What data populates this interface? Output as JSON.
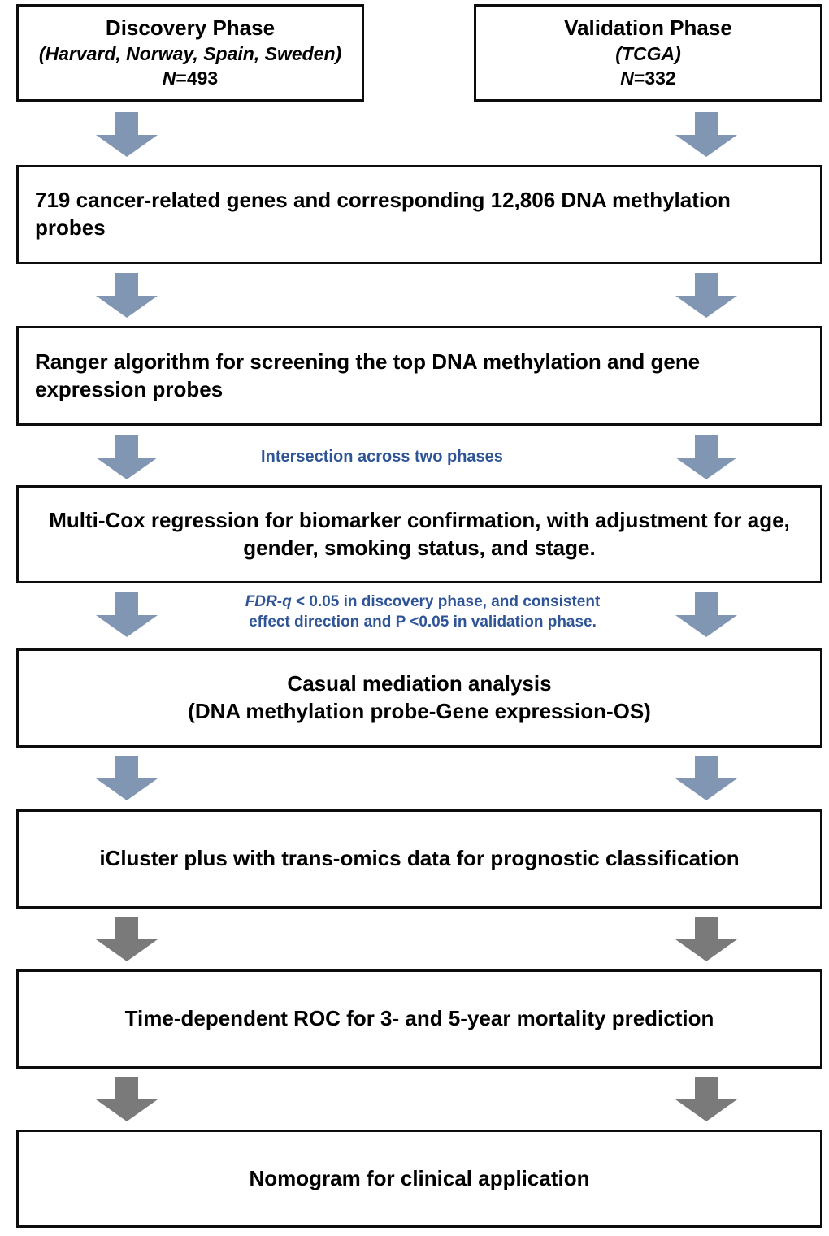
{
  "figure": {
    "type": "flowchart",
    "orientation": "top-to-bottom",
    "colors": {
      "box_border": "#0d0d0d",
      "box_fill": "#ffffff",
      "arrow_blue": "#8096b2",
      "arrow_gray": "#7a7a7a",
      "note_text": "#2f5597",
      "box_text": "#000000"
    }
  },
  "boxes": {
    "discovery": {
      "title": "Discovery Phase",
      "cohorts": "(Harvard, Norway, Spain, Sweden)",
      "n_label": "N",
      "n_value": "=493"
    },
    "validation": {
      "title": "Validation Phase",
      "cohorts": "(TCGA)",
      "n_label": "N",
      "n_value": "=332"
    },
    "genes": {
      "text": "719 cancer-related genes and corresponding 12,806 DNA methylation probes"
    },
    "ranger": {
      "text": "Ranger algorithm for screening the top DNA methylation and gene expression probes"
    },
    "multicox": {
      "line1": "Multi-Cox regression for biomarker confirmation, with adjustment for age,",
      "line2": "gender, smoking status, and stage."
    },
    "mediation": {
      "line1": "Casual mediation analysis",
      "line2": "(DNA methylation probe-Gene expression-OS)"
    },
    "icluster": {
      "text": "iCluster plus with trans-omics data for prognostic classification"
    },
    "roc": {
      "text": "Time-dependent ROC for 3- and 5-year mortality prediction"
    },
    "nomogram": {
      "text": "Nomogram for clinical application"
    }
  },
  "notes": {
    "intersection": {
      "text": "Intersection across two phases"
    },
    "fdr": {
      "italic_prefix": "FDR-q",
      "rest_line1": " < 0.05 in discovery phase, and consistent",
      "line2": "effect direction and P <0.05 in validation phase."
    }
  },
  "arrows": [
    {
      "name": "arrow-discovery-to-genes",
      "color": "blue"
    },
    {
      "name": "arrow-validation-to-genes",
      "color": "blue"
    },
    {
      "name": "arrow-genes-to-ranger-left",
      "color": "blue"
    },
    {
      "name": "arrow-genes-to-ranger-right",
      "color": "blue"
    },
    {
      "name": "arrow-ranger-to-multicox-left",
      "color": "blue"
    },
    {
      "name": "arrow-ranger-to-multicox-right",
      "color": "blue"
    },
    {
      "name": "arrow-multicox-to-mediation-left",
      "color": "blue"
    },
    {
      "name": "arrow-multicox-to-mediation-right",
      "color": "blue"
    },
    {
      "name": "arrow-mediation-to-icluster-left",
      "color": "blue"
    },
    {
      "name": "arrow-mediation-to-icluster-right",
      "color": "blue"
    },
    {
      "name": "arrow-icluster-to-roc-left",
      "color": "gray"
    },
    {
      "name": "arrow-icluster-to-roc-right",
      "color": "gray"
    },
    {
      "name": "arrow-roc-to-nomogram-left",
      "color": "gray"
    },
    {
      "name": "arrow-roc-to-nomogram-right",
      "color": "gray"
    }
  ]
}
